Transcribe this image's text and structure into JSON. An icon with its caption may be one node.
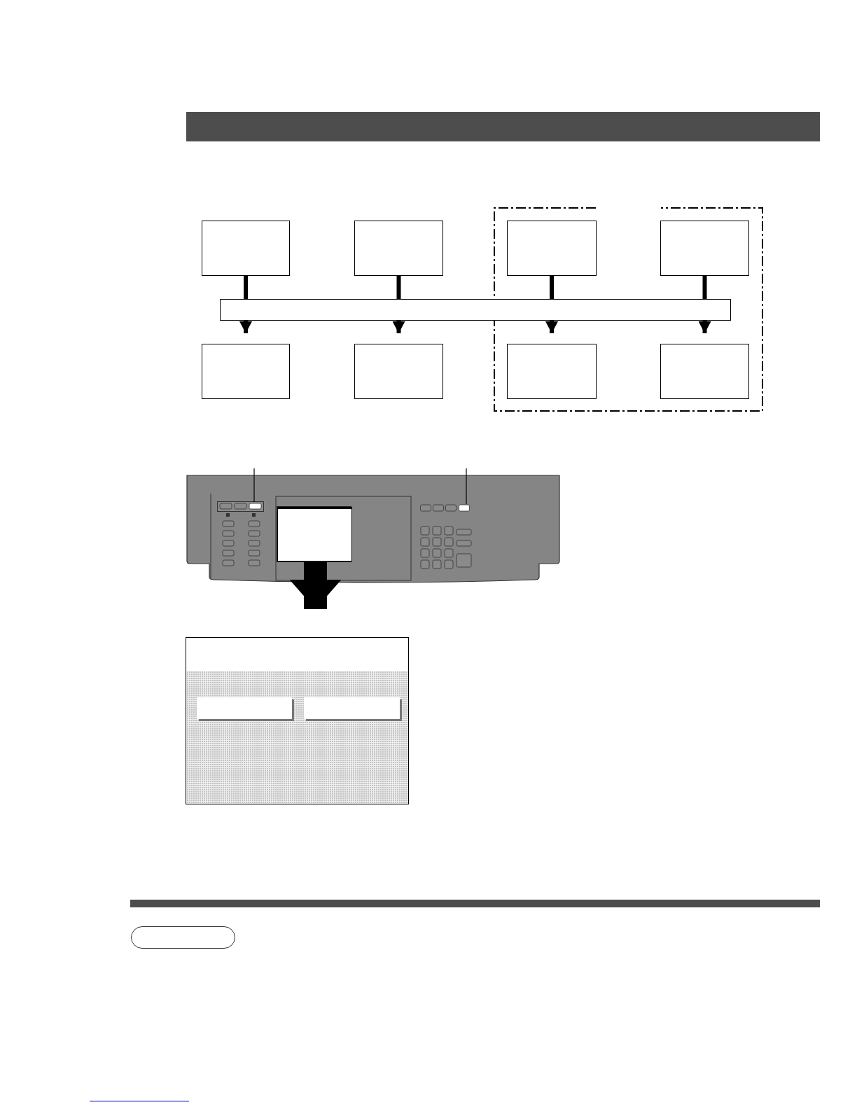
{
  "diagram": {
    "nodes": [
      {
        "text": [],
        "shape": "box"
      },
      {
        "text": [],
        "shape": "box"
      },
      {
        "text": [],
        "shape": "box"
      },
      {
        "text": [],
        "shape": "box"
      },
      {
        "text": [],
        "shape": "bar"
      },
      {
        "text": [],
        "shape": "box"
      },
      {
        "text": [],
        "shape": "box"
      },
      {
        "text": [],
        "shape": "box"
      },
      {
        "text": [],
        "shape": "box"
      },
      {
        "text": [],
        "shape": "picture"
      },
      {
        "text": [],
        "shape": "box",
        "in": 9
      },
      {
        "text": [],
        "shape": "box",
        "in": 9
      },
      {
        "text": [],
        "shape": "box",
        "in": 9
      },
      {
        "text": [],
        "shape": "box"
      },
      {
        "text": [],
        "shape": "box",
        "in": 13
      },
      {
        "text": [],
        "shape": "box",
        "in": 13
      },
      {
        "text": [],
        "shape": "box"
      }
    ],
    "edges": [
      {
        "from": 0,
        "to": 4,
        "arrow": "none"
      },
      {
        "from": 1,
        "to": 4,
        "arrow": "none"
      },
      {
        "from": 2,
        "to": 4,
        "arrow": "none"
      },
      {
        "from": 3,
        "to": 4,
        "arrow": "none"
      },
      {
        "from": 4,
        "to": 5,
        "arrow": "to"
      },
      {
        "from": 4,
        "to": 6,
        "arrow": "to"
      },
      {
        "from": 4,
        "to": 7,
        "arrow": "to"
      },
      {
        "from": 4,
        "to": 8,
        "arrow": "to"
      },
      {
        "from": 11,
        "to": 13,
        "arrow": "to",
        "style": "thick"
      },
      {
        "from": null,
        "to": 10,
        "arrow": "none"
      },
      {
        "from": null,
        "to": 12,
        "arrow": "none"
      }
    ]
  }
}
